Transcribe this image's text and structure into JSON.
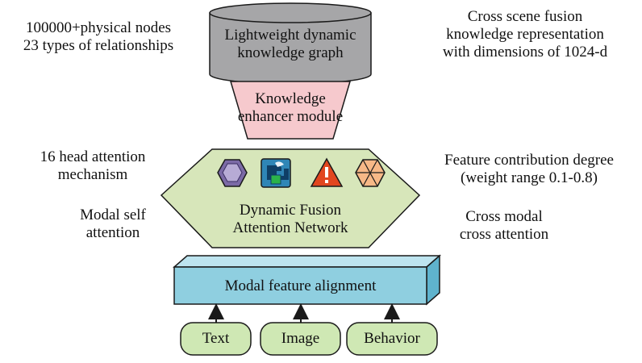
{
  "knowledge_graph": {
    "line1": "Lightweight dynamic",
    "line2": "knowledge graph",
    "left_note_line1": "100000+physical nodes",
    "left_note_line2": "23 types of relationships",
    "right_note_line1": "Cross scene fusion",
    "right_note_line2": "knowledge representation",
    "right_note_line3": "with dimensions of 1024-d"
  },
  "enhancer": {
    "line1": "Knowledge",
    "line2": "enhancer module"
  },
  "fusion_network": {
    "line1": "Dynamic Fusion",
    "line2": "Attention Network",
    "icons": [
      "hexagon-icon",
      "puzzle-icon",
      "warning-icon",
      "segmented-hexagon-icon"
    ],
    "left_top_line1": "16 head attention",
    "left_top_line2": "mechanism",
    "left_bottom_line1": "Modal self",
    "left_bottom_line2": "attention",
    "right_top_line1": "Feature contribution degree",
    "right_top_line2": "(weight range 0.1-0.8)",
    "right_bottom_line1": "Cross modal",
    "right_bottom_line2": "cross attention"
  },
  "alignment": {
    "label": "Modal feature alignment"
  },
  "inputs": [
    "Text",
    "Image",
    "Behavior"
  ],
  "colors": {
    "cylinder": "#a6a6a8",
    "enhancer_fill": "#f6c9cd",
    "hexagon_fill": "#d7e6ba",
    "box_front": "#8fcfe0",
    "box_top": "#bde4ef",
    "box_side": "#5fb3cd",
    "input_fill": "#cfe8b4",
    "stroke": "#1a1a1a"
  }
}
